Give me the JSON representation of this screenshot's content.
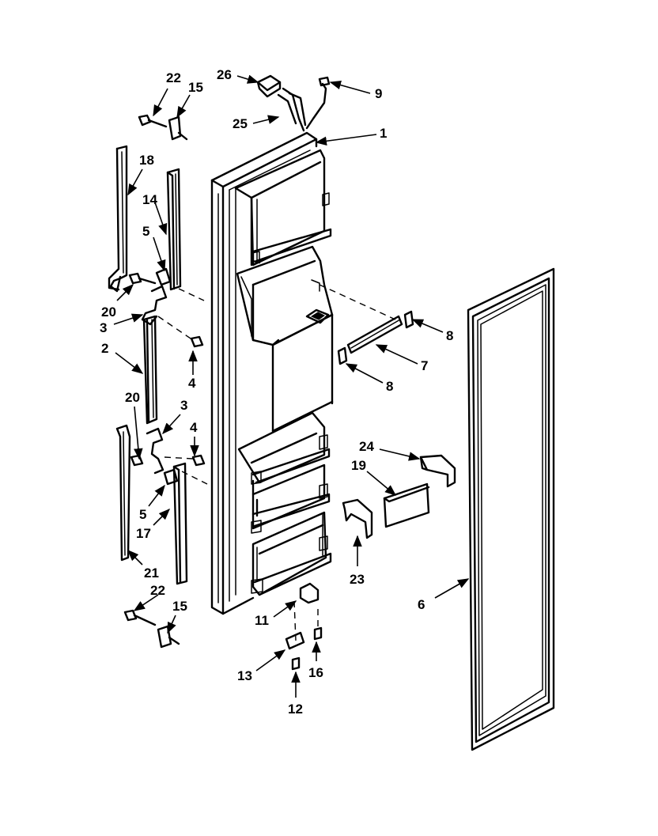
{
  "callouts": [
    {
      "id": "c26",
      "text": "26"
    },
    {
      "id": "c9",
      "text": "9"
    },
    {
      "id": "c25",
      "text": "25"
    },
    {
      "id": "c1",
      "text": "1"
    },
    {
      "id": "c22a",
      "text": "22"
    },
    {
      "id": "c15a",
      "text": "15"
    },
    {
      "id": "c18",
      "text": "18"
    },
    {
      "id": "c14",
      "text": "14"
    },
    {
      "id": "c5a",
      "text": "5"
    },
    {
      "id": "c20a",
      "text": "20"
    },
    {
      "id": "c3a",
      "text": "3"
    },
    {
      "id": "c2",
      "text": "2"
    },
    {
      "id": "c4a",
      "text": "4"
    },
    {
      "id": "c20b",
      "text": "20"
    },
    {
      "id": "c3b",
      "text": "3"
    },
    {
      "id": "c4b",
      "text": "4"
    },
    {
      "id": "c5b",
      "text": "5"
    },
    {
      "id": "c17",
      "text": "17"
    },
    {
      "id": "c21",
      "text": "21"
    },
    {
      "id": "c22b",
      "text": "22"
    },
    {
      "id": "c15b",
      "text": "15"
    },
    {
      "id": "c8a",
      "text": "8"
    },
    {
      "id": "c7",
      "text": "7"
    },
    {
      "id": "c8b",
      "text": "8"
    },
    {
      "id": "c24",
      "text": "24"
    },
    {
      "id": "c19",
      "text": "19"
    },
    {
      "id": "c23",
      "text": "23"
    },
    {
      "id": "c6",
      "text": "6"
    },
    {
      "id": "c11",
      "text": "11"
    },
    {
      "id": "c16",
      "text": "16"
    },
    {
      "id": "c13",
      "text": "13"
    },
    {
      "id": "c12",
      "text": "12"
    }
  ]
}
